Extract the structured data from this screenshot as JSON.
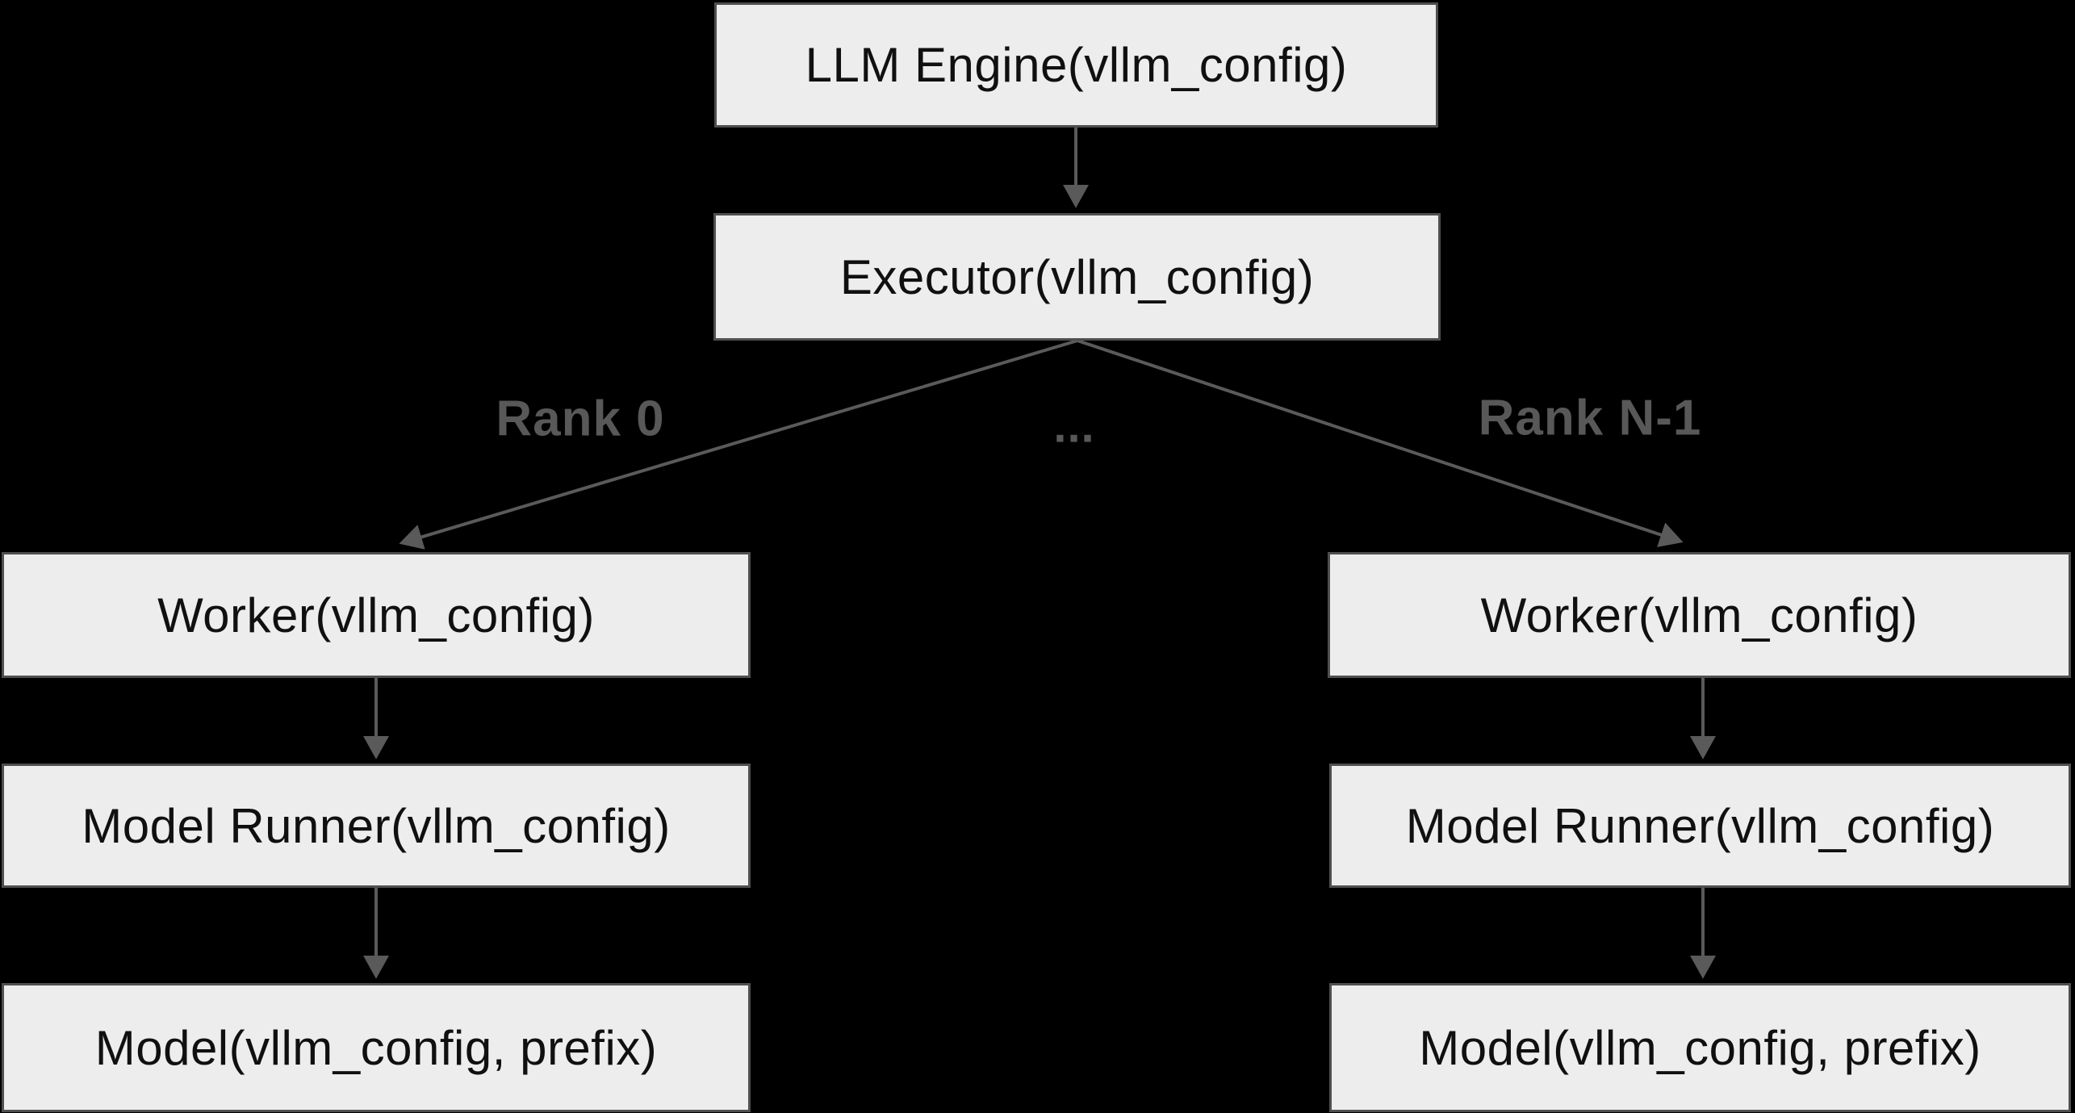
{
  "nodes": {
    "llm_engine": {
      "label": "LLM Engine(vllm_config)"
    },
    "executor": {
      "label": "Executor(vllm_config)"
    },
    "worker_left": {
      "label": "Worker(vllm_config)"
    },
    "model_runner_left": {
      "label": "Model Runner(vllm_config)"
    },
    "model_left": {
      "label": "Model(vllm_config, prefix)"
    },
    "worker_right": {
      "label": "Worker(vllm_config)"
    },
    "model_runner_right": {
      "label": "Model Runner(vllm_config)"
    },
    "model_right": {
      "label": "Model(vllm_config, prefix)"
    }
  },
  "edge_labels": {
    "rank_0": "Rank 0",
    "ellipsis": "...",
    "rank_n_minus_1": "Rank N-1"
  },
  "edges": [
    {
      "from": "llm_engine",
      "to": "executor",
      "label": ""
    },
    {
      "from": "executor",
      "to": "worker_left",
      "label": "Rank 0"
    },
    {
      "from": "executor",
      "to": "worker_right",
      "label": "Rank N-1"
    },
    {
      "from": "worker_left",
      "to": "model_runner_left",
      "label": ""
    },
    {
      "from": "model_runner_left",
      "to": "model_left",
      "label": ""
    },
    {
      "from": "worker_right",
      "to": "model_runner_right",
      "label": ""
    },
    {
      "from": "model_runner_right",
      "to": "model_right",
      "label": ""
    }
  ],
  "colors": {
    "background": "#000000",
    "node_fill": "#ededed",
    "node_border": "#4d4f50",
    "node_text": "#101010",
    "edge": "#5a5a5a",
    "edge_label": "#585858"
  }
}
